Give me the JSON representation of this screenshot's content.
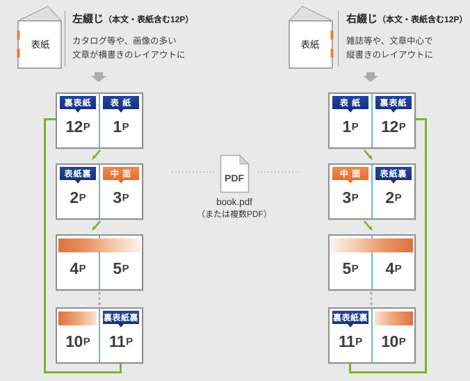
{
  "page_suffix": "P",
  "colors": {
    "background": "#e9e9e9",
    "accent_navy": "#1b3889",
    "accent_orange": "#ec7b3c",
    "accent_green": "#79b42d",
    "spine_blue": "#5fbce2"
  },
  "left_panel": {
    "book_cover_label": "表紙",
    "binding_title": "左綴じ",
    "binding_note": "（本文・表紙含む12P）",
    "description_line1": "カタログ等や、画像の多い",
    "description_line2": "文章が横書きのレイアウトに",
    "spreads": [
      {
        "left": {
          "badge": "裏表紙",
          "num": "12"
        },
        "right": {
          "badge": "表 紙",
          "num": "1"
        }
      },
      {
        "left": {
          "badge": "表紙裏",
          "num": "2"
        },
        "right": {
          "badge": "中 面",
          "num": "3"
        }
      },
      {
        "left": {
          "num": "4"
        },
        "right": {
          "num": "5"
        }
      },
      {
        "left": {
          "num": "10"
        },
        "right": {
          "badge": "裏表紙裏",
          "num": "11"
        }
      }
    ]
  },
  "right_panel": {
    "book_cover_label": "表紙",
    "binding_title": "右綴じ",
    "binding_note": "（本文・表紙含む12P）",
    "description_line1": "雑誌等や、文章中心で",
    "description_line2": "縦書きのレイアウトに",
    "spreads": [
      {
        "left": {
          "badge": "表 紙",
          "num": "1"
        },
        "right": {
          "badge": "裏表紙",
          "num": "12"
        }
      },
      {
        "left": {
          "badge": "中 面",
          "num": "3"
        },
        "right": {
          "badge": "表紙裏",
          "num": "2"
        }
      },
      {
        "left": {
          "num": "5"
        },
        "right": {
          "num": "4"
        }
      },
      {
        "left": {
          "badge": "裏表紙裏",
          "num": "11"
        },
        "right": {
          "num": "10"
        }
      }
    ]
  },
  "center": {
    "pdf_icon_label": "PDF",
    "file_name": "book.pdf",
    "file_note": "（または複数PDF）"
  }
}
